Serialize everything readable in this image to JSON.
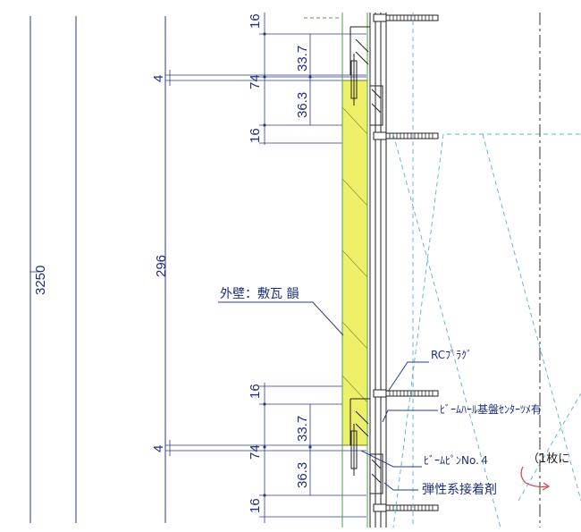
{
  "drawing": {
    "dimensions": {
      "overall_height": "3250",
      "span": "296",
      "top_group": {
        "top_gap": "16",
        "upper": "33.7",
        "lower": "36.3",
        "bottom_gap": "16",
        "total": "74",
        "offset": "4"
      },
      "bottom_group": {
        "top_gap": "16",
        "upper": "33.7",
        "lower": "36.3",
        "bottom_gap": "16",
        "total": "74",
        "offset": "4"
      }
    },
    "labels": {
      "wall": "外壁：敷瓦 韻",
      "rc_plug": "RCﾌﾟﾗｸﾞ",
      "beam_rail": "ﾋﾞｰﾑﾊｰﾙ基盤ｾﾝﾀｰﾂﾒ有",
      "beam_pin": "ﾋﾞｰﾑﾋﾟﾝNo.４",
      "note_per_sheet": "（1枚に",
      "adhesive": "弾性系接着剤"
    },
    "colors": {
      "line": "#2a3a8a",
      "tile_fill": "#eef06a",
      "guide_green": "#4aa24a",
      "guide_cyan": "#4fb4c8",
      "note_red": "#d0404a"
    },
    "icons": [
      "anchor-screw-icon",
      "beam-pin-icon"
    ]
  }
}
